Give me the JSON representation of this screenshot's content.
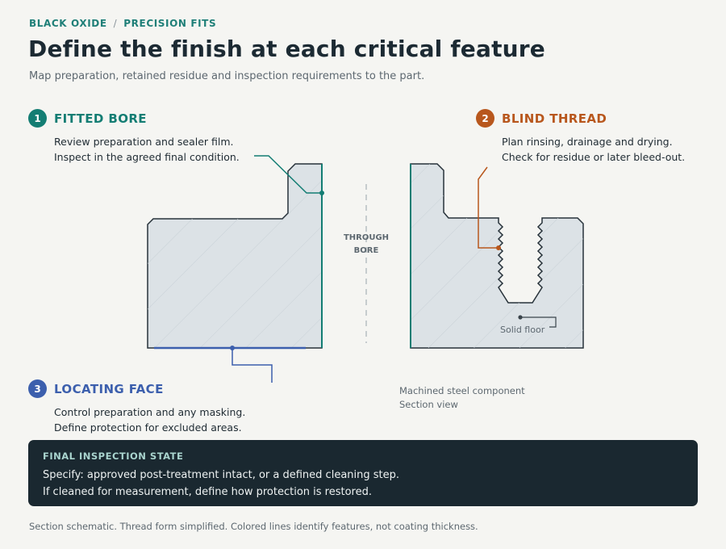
{
  "breadcrumb": {
    "first": "BLACK OXIDE",
    "separator": "/",
    "second": "PRECISION FITS"
  },
  "title": "Define the finish at each critical feature",
  "subtitle": "Map preparation, retained residue and inspection requirements to the part.",
  "callouts": [
    {
      "number": "1",
      "title": "FITTED BORE",
      "lines": [
        "Review preparation and sealer film.",
        "Inspect in the agreed final condition."
      ],
      "color": "#137d73"
    },
    {
      "number": "2",
      "title": "BLIND THREAD",
      "lines": [
        "Plan rinsing, drainage and drying.",
        "Check for residue or later bleed-out."
      ],
      "color": "#b8571d"
    },
    {
      "number": "3",
      "title": "LOCATING FACE",
      "lines": [
        "Control preparation and any masking.",
        "Define protection for excluded areas."
      ],
      "color": "#3c5fad"
    }
  ],
  "diagram": {
    "center_label": [
      "THROUGH",
      "BORE"
    ],
    "floor_label": "Solid floor",
    "caption": [
      "Machined steel component",
      "Section view"
    ]
  },
  "panel": {
    "title": "FINAL INSPECTION STATE",
    "lines": [
      "Specify: approved post-treatment intact, or a defined cleaning step.",
      "If cleaned for measurement, define how protection is restored."
    ]
  },
  "footnote": "Section schematic. Thread form simplified. Colored lines identify features, not coating thickness."
}
